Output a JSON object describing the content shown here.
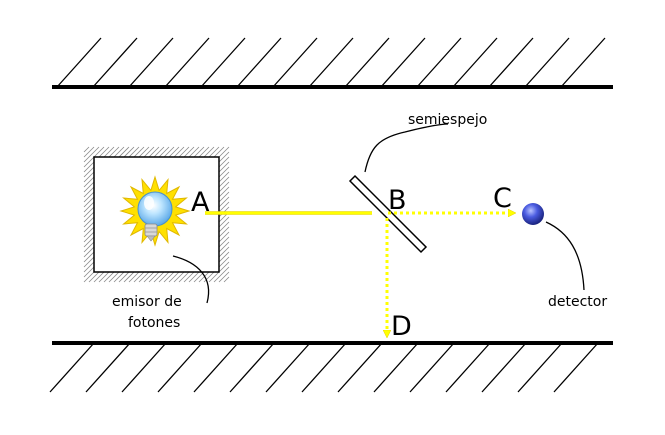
{
  "labels": {
    "point_a": "A",
    "point_b": "B",
    "point_c": "C",
    "point_d": "D",
    "mirror": "semiespejo",
    "detector": "detector",
    "emitter_line1": "emisor de",
    "emitter_line2": "fotones"
  },
  "colors": {
    "beam": "#ffff00",
    "beam_outline": "#f0e000",
    "wall": "#000000",
    "detector": "#3344cc",
    "hatch_gray": "#888888"
  },
  "icons": {
    "emitter": "light-bulb-icon",
    "detector": "sphere-detector-icon"
  }
}
